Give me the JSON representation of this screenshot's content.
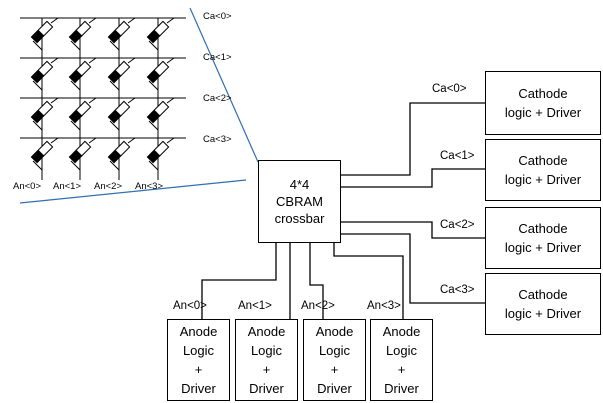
{
  "crossbar": {
    "lines": [
      "4*4",
      "CBRAM",
      "crossbar"
    ]
  },
  "cathode_drivers": [
    {
      "label": "Ca<0>",
      "lines": [
        "Cathode",
        "logic + Driver"
      ]
    },
    {
      "label": "Ca<1>",
      "lines": [
        "Cathode",
        "logic + Driver"
      ]
    },
    {
      "label": "Ca<2>",
      "lines": [
        "Cathode",
        "logic + Driver"
      ]
    },
    {
      "label": "Ca<3>",
      "lines": [
        "Cathode",
        "logic + Driver"
      ]
    }
  ],
  "anode_drivers": [
    {
      "label": "An<0>",
      "lines": [
        "Anode",
        "Logic",
        "+",
        "Driver"
      ]
    },
    {
      "label": "An<1>",
      "lines": [
        "Anode",
        "Logic",
        "+",
        "Driver"
      ]
    },
    {
      "label": "An<2>",
      "lines": [
        "Anode",
        "Logic",
        "+",
        "Driver"
      ]
    },
    {
      "label": "An<3>",
      "lines": [
        "Anode",
        "Logic",
        "+",
        "Driver"
      ]
    }
  ],
  "grid": {
    "row_labels": [
      "Ca<0>",
      "Ca<1>",
      "Ca<2>",
      "Ca<3>"
    ],
    "col_labels": [
      "An<0>",
      "An<1>",
      "An<2>",
      "An<3>"
    ]
  }
}
